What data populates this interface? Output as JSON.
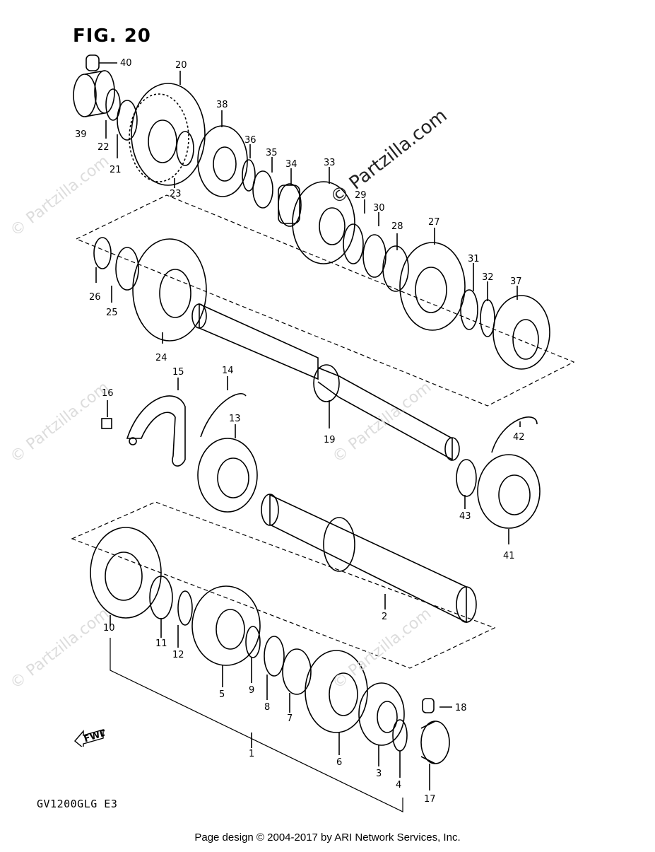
{
  "figure": {
    "title": "FIG. 20"
  },
  "model_code": "GV1200GLG E3",
  "footer": "Page design © 2004-2017 by ARI Network Services, Inc.",
  "watermark": {
    "text": "© Partzilla.com"
  },
  "fwd_label": "FWD",
  "callouts": [
    "40",
    "20",
    "38",
    "39",
    "22",
    "21",
    "23",
    "36",
    "35",
    "34",
    "33",
    "29",
    "30",
    "28",
    "27",
    "26",
    "25",
    "24",
    "31",
    "32",
    "37",
    "15",
    "14",
    "16",
    "13",
    "19",
    "42",
    "43",
    "41",
    "2",
    "10",
    "11",
    "12",
    "5",
    "9",
    "8",
    "7",
    "6",
    "18",
    "3",
    "4",
    "17",
    "1"
  ]
}
